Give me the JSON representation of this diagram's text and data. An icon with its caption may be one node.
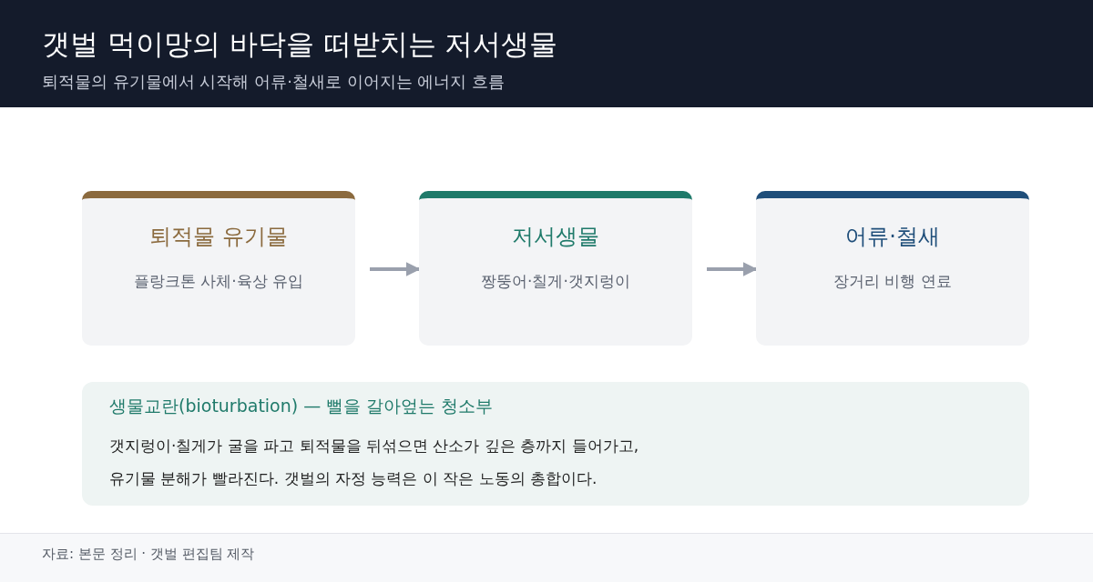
{
  "diagram": {
    "title": "갯벌 먹이망의 바닥을 떠받치는 저서생물",
    "nodes": [
      {
        "text": [
          "퇴적물 유기물",
          "플랑크톤 사체·육상 유입"
        ]
      },
      {
        "text": [
          "저서생물",
          "짱뚱어·칠게·갯지렁이"
        ]
      },
      {
        "text": [
          "어류·철새",
          "장거리 비행 연료"
        ]
      },
      {
        "text": [
          "생물교란(bioturbation) — 뻘을 갈아엎는 청소부",
          "갯지렁이·칠게가 굴을 파고 퇴적물을 뒤섞으면 산소가 깊은 층까지 들어가고, 유기물 분해가 빨라진다. 갯벌의 자정 능력은 이 작은 노동의 총합이다."
        ]
      }
    ],
    "edges": [
      {
        "from": 0,
        "to": 1,
        "arrow": "to"
      },
      {
        "from": 1,
        "to": 2,
        "arrow": "to"
      }
    ],
    "labels": [
      "퇴적물의 유기물에서 시작해 어류·철새로 이어지는 에너지 흐름",
      "자료: 본문 정리 · 갯벌 편집팀 제작"
    ]
  }
}
